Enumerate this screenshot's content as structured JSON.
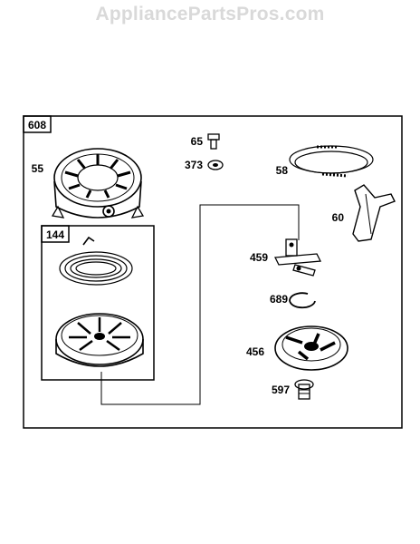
{
  "watermark": "AppliancePartsPros.com",
  "assembly_label": "608",
  "subassembly_label": "144",
  "parts": {
    "housing": "55",
    "screw": "65",
    "nut": "373",
    "rope": "58",
    "handle": "60",
    "pawl": "459",
    "ring": "689",
    "cup": "456",
    "bolt": "597"
  },
  "colors": {
    "ink": "#000000",
    "watermark": "#d9d9d9",
    "background": "#ffffff"
  }
}
